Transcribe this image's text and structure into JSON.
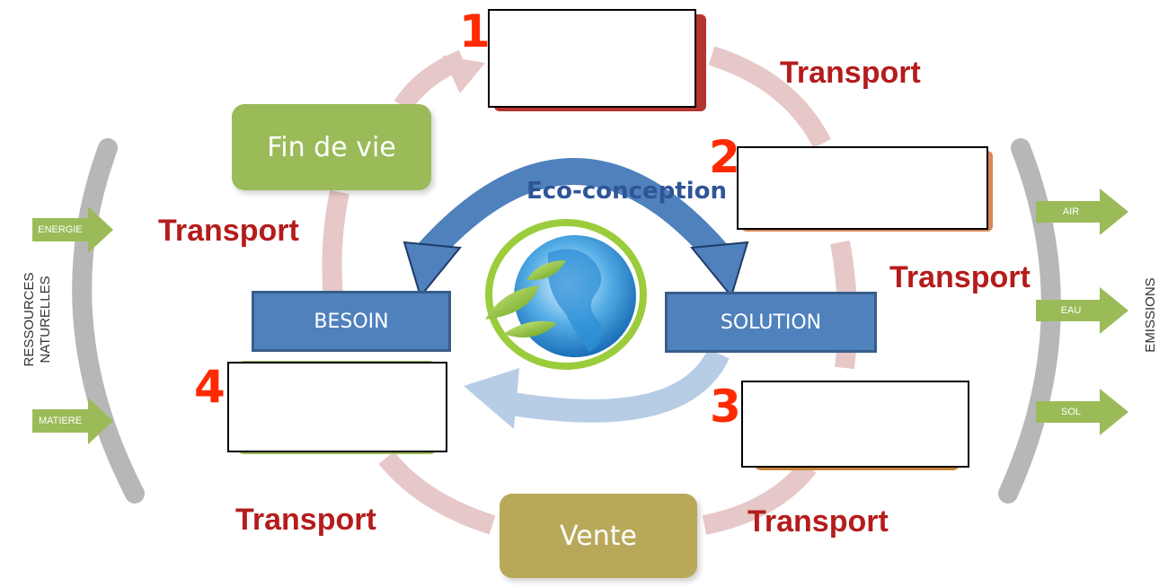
{
  "stages": {
    "fin_de_vie": "Fin de vie",
    "vente": "Vente"
  },
  "numbers": [
    "1",
    "2",
    "3",
    "4"
  ],
  "transport_labels": [
    "Transport",
    "Transport",
    "Transport",
    "Transport",
    "Transport"
  ],
  "center": {
    "besoin": "BESOIN",
    "solution": "SOLUTION",
    "eco_conception": "Eco-conception"
  },
  "inputs": {
    "side_label_line1": "RESSOURCES",
    "side_label_line2": "NATURELLES",
    "items": [
      "ENERGIE",
      "MATIERE"
    ]
  },
  "outputs": {
    "side_label": "EMISSIONS",
    "items": [
      "AIR",
      "EAU",
      "SOL"
    ]
  },
  "colors": {
    "fin_de_vie": "#9bbb59",
    "vente": "#b8a95a",
    "transport_text": "#b51c1c",
    "number_text": "#ff2a00",
    "center_box": "#4f81bd",
    "eco_arrow": "#4f81bd",
    "cycle_ring": "#e6c8c8",
    "side_arc": "#b7b7b7",
    "flow_arrow": "#9bbb59"
  },
  "icons": {
    "globe": "globe-with-leaves-icon"
  }
}
